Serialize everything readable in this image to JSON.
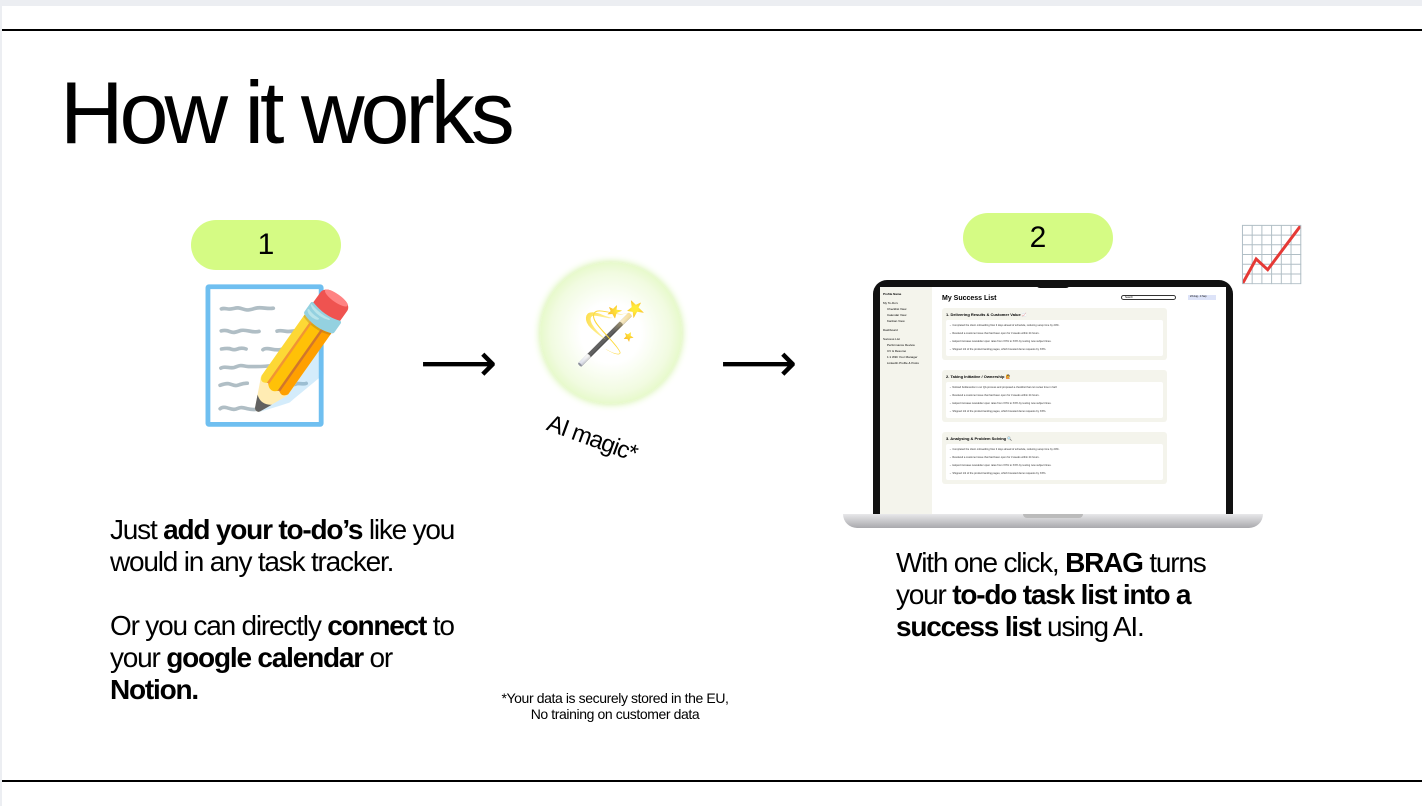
{
  "title": "How it works",
  "steps": [
    {
      "number": "1"
    },
    {
      "number": "2"
    }
  ],
  "magic_label": "AI magic*",
  "left_text": {
    "p1_a": "Just ",
    "p1_b": "add your to-do’s",
    "p1_c": " like you would in any task tracker.",
    "p2_a": "Or you can directly ",
    "p2_b": "connect",
    "p2_c": " to your ",
    "p2_d": "google calendar",
    "p2_e": " or ",
    "p2_f": "Notion."
  },
  "right_text": {
    "a": "With one click, ",
    "b": "BRAG",
    "c": " turns your ",
    "d": "to-do task list into a success list",
    "e": " using AI."
  },
  "footnote": {
    "line1": "*Your data is securely stored in the EU,",
    "line2": "No training on customer data"
  },
  "colors": {
    "pill": "#d5fb84"
  },
  "icons": {
    "notepad": "📝",
    "check": "✅",
    "wand": "🪄",
    "chart": "📈",
    "rocket": "🚀",
    "arrow": "⟶"
  },
  "app": {
    "sidebar": [
      "Profile Name",
      "My To-Do's",
      "Checklist View",
      "Calendar View",
      "Kanban View",
      "Dashboard",
      "Success List",
      "Performance Review",
      "CV & Resumé",
      "1:1 With Your Manager",
      "LinkedIn Profile & Posts"
    ],
    "heading": "My Success List",
    "search": "Search",
    "date": "23 Aug - 4 Sep",
    "sections": [
      {
        "title": "1. Delivering Results & Customer Value 📈",
        "items": [
          "Completed the client onboarding flow 3 days ahead of schedule, reducing setup time by 20%.",
          "Resolved a customer issue that had been open for 3 weeks within 24 hours.",
          "Helped increase newsletter open rates from XX% to XX% by testing new subject lines.",
          "Shipped 1/2 of the product landing pages, which boosted demo requests by XX%."
        ]
      },
      {
        "title": "2. Taking Initiative / Ownership 🙋",
        "items": [
          "Noticed bottlenecks in our QA process and proposed a checklist that cut review time in half.",
          "Resolved a customer issue that had been open for 3 weeks within 24 hours.",
          "Helped increase newsletter open rates from XX% to XX% by testing new subject lines.",
          "Shipped 1/2 of the product landing pages, which boosted demo requests by XX%."
        ]
      },
      {
        "title": "3. Analysing & Problem Solving 🔍",
        "items": [
          "Completed the client onboarding flow 3 days ahead of schedule, reducing setup time by 20%.",
          "Resolved a customer issue that had been open for 3 weeks within 24 hours.",
          "Helped increase newsletter open rates from XX% to XX% by testing new subject lines.",
          "Shipped 1/2 of the product landing pages, which boosted demo requests by XX%."
        ]
      }
    ]
  }
}
